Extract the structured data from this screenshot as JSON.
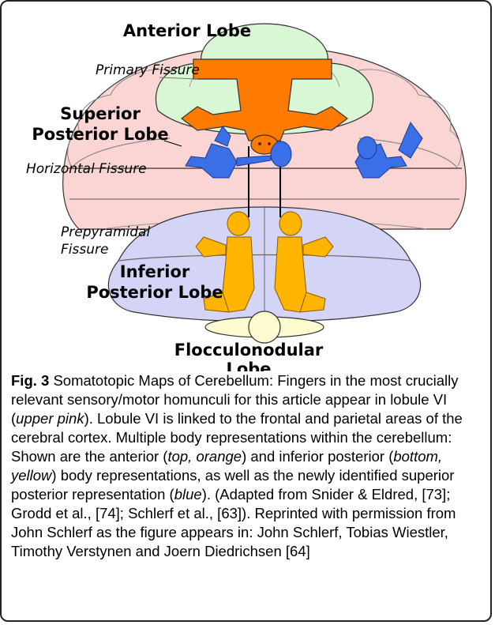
{
  "diagram": {
    "labels": {
      "anterior_lobe": "Anterior Lobe",
      "primary_fissure": "Primary Fissure",
      "superior_posterior_1": "Superior",
      "superior_posterior_2": "Posterior Lobe",
      "horizontal_fissure": "Horizontal Fissure",
      "prepyramidal_1": "Prepyramidal",
      "prepyramidal_2": "Fissure",
      "inferior_posterior_1": "Inferior",
      "inferior_posterior_2": "Posterior Lobe",
      "flocculonodular_1": "Flocculonodular",
      "flocculonodular_2": "Lobe"
    },
    "colors": {
      "anterior_lobe": "#d9f7d4",
      "superior_posterior_lobe": "#fbd4d4",
      "inferior_posterior_lobe": "#d4d4f7",
      "flocculonodular_lobe": "#fffbd0",
      "anterior_homunculus": "#ff7a00",
      "superior_posterior_homunculus": "#3b6fe8",
      "inferior_posterior_homunculus": "#ffb400"
    }
  },
  "caption": {
    "fig_label": "Fig. 3",
    "text": " Somatotopic Maps of Cerebellum: Fingers in the most crucially relevant sensory/motor homunculi for this article appear in lobule VI (",
    "italic_1": "upper pink",
    "text_2": "). Lobule VI is linked to the frontal and parietal areas of the cerebral cortex. Multiple body representations within the cerebellum: Shown are the anterior (",
    "italic_2": "top, orange",
    "text_3": ") and inferior posterior (",
    "italic_3": "bottom, yellow",
    "text_4": ") body representations, as well as the newly identified superior posterior representation (",
    "italic_4": "blue",
    "text_5": "). (Adapted from Snider & Eldred, [73]; Grodd et al., [74]; Schlerf et al., [63]). Reprinted with permission from John Schlerf as the figure appears in: John Schlerf, Tobias Wiestler, Timothy Verstynen and Joern Diedrichsen [64]"
  }
}
